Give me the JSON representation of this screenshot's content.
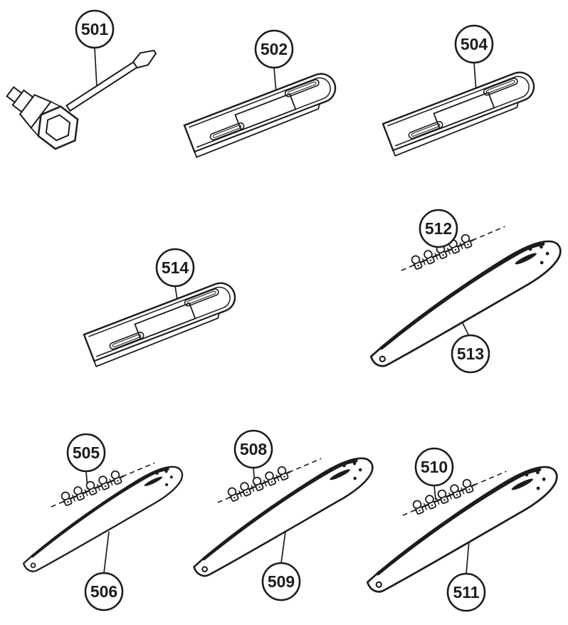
{
  "page": {
    "background": "#ffffff",
    "line_color": "#1c1c1c"
  },
  "diagram": {
    "parts_shown": [
      "501",
      "502",
      "504",
      "505",
      "506",
      "508",
      "509",
      "510",
      "511",
      "512",
      "513",
      "514"
    ]
  },
  "labels": {
    "l501": "501",
    "l502": "502",
    "l504": "504",
    "l505": "505",
    "l506": "506",
    "l508": "508",
    "l509": "509",
    "l510": "510",
    "l511": "511",
    "l512": "512",
    "l513": "513",
    "l514": "514"
  }
}
